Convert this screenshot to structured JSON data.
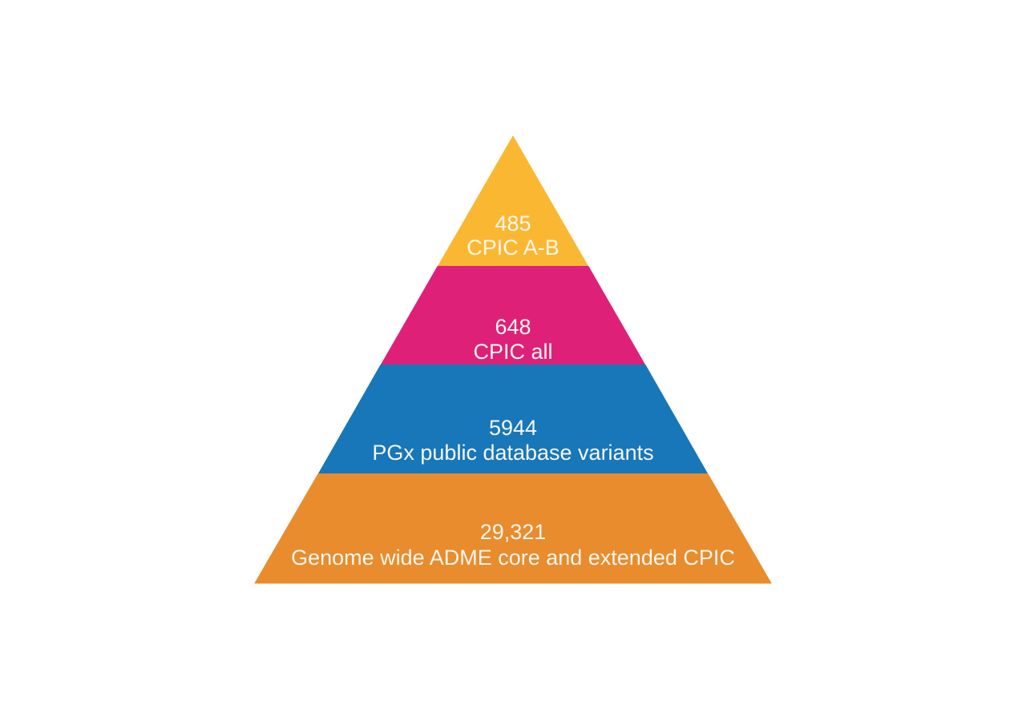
{
  "chart_data": {
    "type": "pyramid",
    "orientation": "apex-top",
    "grid": false,
    "legend": "none",
    "background_color": "#FFFFFF",
    "text_color": "#F9F5EE",
    "levels": [
      {
        "rank": 1,
        "value": 485,
        "display": "485",
        "label": "CPIC A-B",
        "color": "#FAB832"
      },
      {
        "rank": 2,
        "value": 648,
        "display": "648",
        "label": "CPIC all",
        "color": "#DE2078"
      },
      {
        "rank": 3,
        "value": 5944,
        "display": "5944",
        "label": "PGx public database variants",
        "color": "#1777B9"
      },
      {
        "rank": 4,
        "value": 29321,
        "display": "29,321",
        "label": "Genome wide ADME core and extended CPIC",
        "color": "#E88C2D"
      }
    ]
  }
}
